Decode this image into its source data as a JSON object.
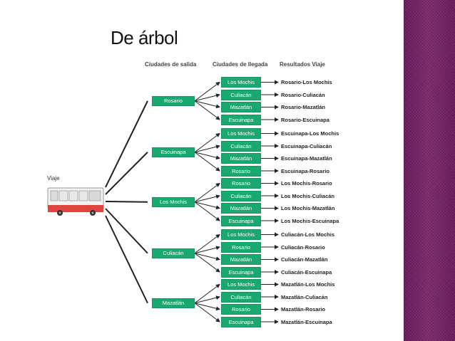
{
  "title": "De árbol",
  "headers": {
    "salida": "Ciudades de salida",
    "llegada": "Ciudades de llegada",
    "resultados": "Resultados Viaje"
  },
  "viaje_label": "Viaje",
  "tree": [
    {
      "origin": "Rosario",
      "destinations": [
        "Los Mochis",
        "Culiacán",
        "Mazatlán",
        "Escuinapa"
      ],
      "results": [
        "Rosario-Los Mochis",
        "Rosario-Culiacán",
        "Rosario-Mazatlán",
        "Rosario-Escuinapa"
      ]
    },
    {
      "origin": "Escuinapa",
      "destinations": [
        "Los Mochis",
        "Culiacán",
        "Mazatlán",
        "Rosario"
      ],
      "results": [
        "Escuinapa-Los Mochis",
        "Escuinapa-Culiacán",
        "Escuinapa-Mazatlán",
        "Escuinapa-Rosario"
      ]
    },
    {
      "origin": "Los Mochis",
      "destinations": [
        "Rosario",
        "Culiacán",
        "Mazatlán",
        "Escuinapa"
      ],
      "results": [
        "Los Mochis-Rosario",
        "Los Mochis-Culiacán",
        "Los Mochis-Mazatlán",
        "Los Mochis-Escuinapa"
      ]
    },
    {
      "origin": "Culiacán",
      "destinations": [
        "Los Mochis",
        "Rosario",
        "Mazatlán",
        "Escuinapa"
      ],
      "results": [
        "Culiacán-Los Mochis",
        "Culiacán-Rosario",
        "Culiacán-Mazatlán",
        "Culiacán-Escuinapa"
      ]
    },
    {
      "origin": "Mazatlán",
      "destinations": [
        "Los Mochis",
        "Culiacán",
        "Rosario",
        "Escuinapa"
      ],
      "results": [
        "Mazatlán-Los Mochis",
        "Mazatlán-Culiacán",
        "Mazatlán-Rosario",
        "Mazatlán-Escuinapa"
      ]
    }
  ],
  "colors": {
    "box": "#19a870",
    "panel": "#6a1d5c"
  }
}
